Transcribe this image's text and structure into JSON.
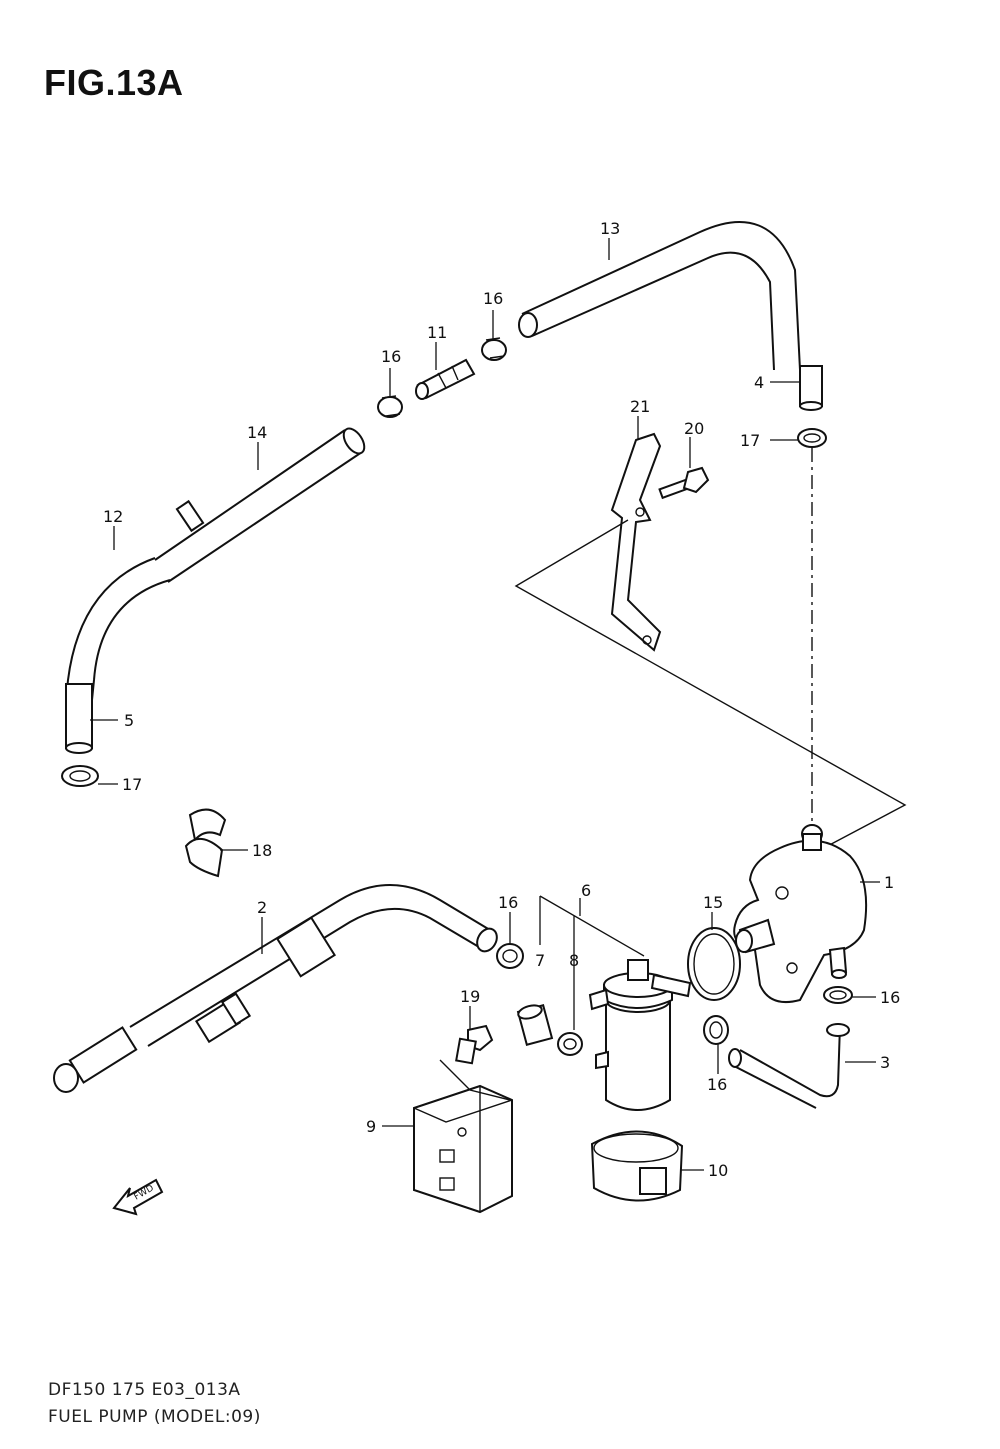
{
  "figure": {
    "title": "FIG.13A",
    "footer_code": "DF150 175 E03_013A",
    "footer_caption": "FUEL PUMP (MODEL:09)",
    "fwd_icon_text": "FWD"
  },
  "callouts": [
    {
      "id": "c1",
      "text": "1"
    },
    {
      "id": "c2",
      "text": "2"
    },
    {
      "id": "c3",
      "text": "3"
    },
    {
      "id": "c4",
      "text": "4"
    },
    {
      "id": "c5",
      "text": "5"
    },
    {
      "id": "c6",
      "text": "6"
    },
    {
      "id": "c7",
      "text": "7"
    },
    {
      "id": "c8",
      "text": "8"
    },
    {
      "id": "c9",
      "text": "9"
    },
    {
      "id": "c10",
      "text": "10"
    },
    {
      "id": "c11",
      "text": "11"
    },
    {
      "id": "c12",
      "text": "12"
    },
    {
      "id": "c13",
      "text": "13"
    },
    {
      "id": "c14",
      "text": "14"
    },
    {
      "id": "c15",
      "text": "15"
    },
    {
      "id": "c16a",
      "text": "16"
    },
    {
      "id": "c16b",
      "text": "16"
    },
    {
      "id": "c16c",
      "text": "16"
    },
    {
      "id": "c16d",
      "text": "16"
    },
    {
      "id": "c16e",
      "text": "16"
    },
    {
      "id": "c17a",
      "text": "17"
    },
    {
      "id": "c17b",
      "text": "17"
    },
    {
      "id": "c18",
      "text": "18"
    },
    {
      "id": "c19",
      "text": "19"
    },
    {
      "id": "c20",
      "text": "20"
    },
    {
      "id": "c21",
      "text": "21"
    }
  ]
}
